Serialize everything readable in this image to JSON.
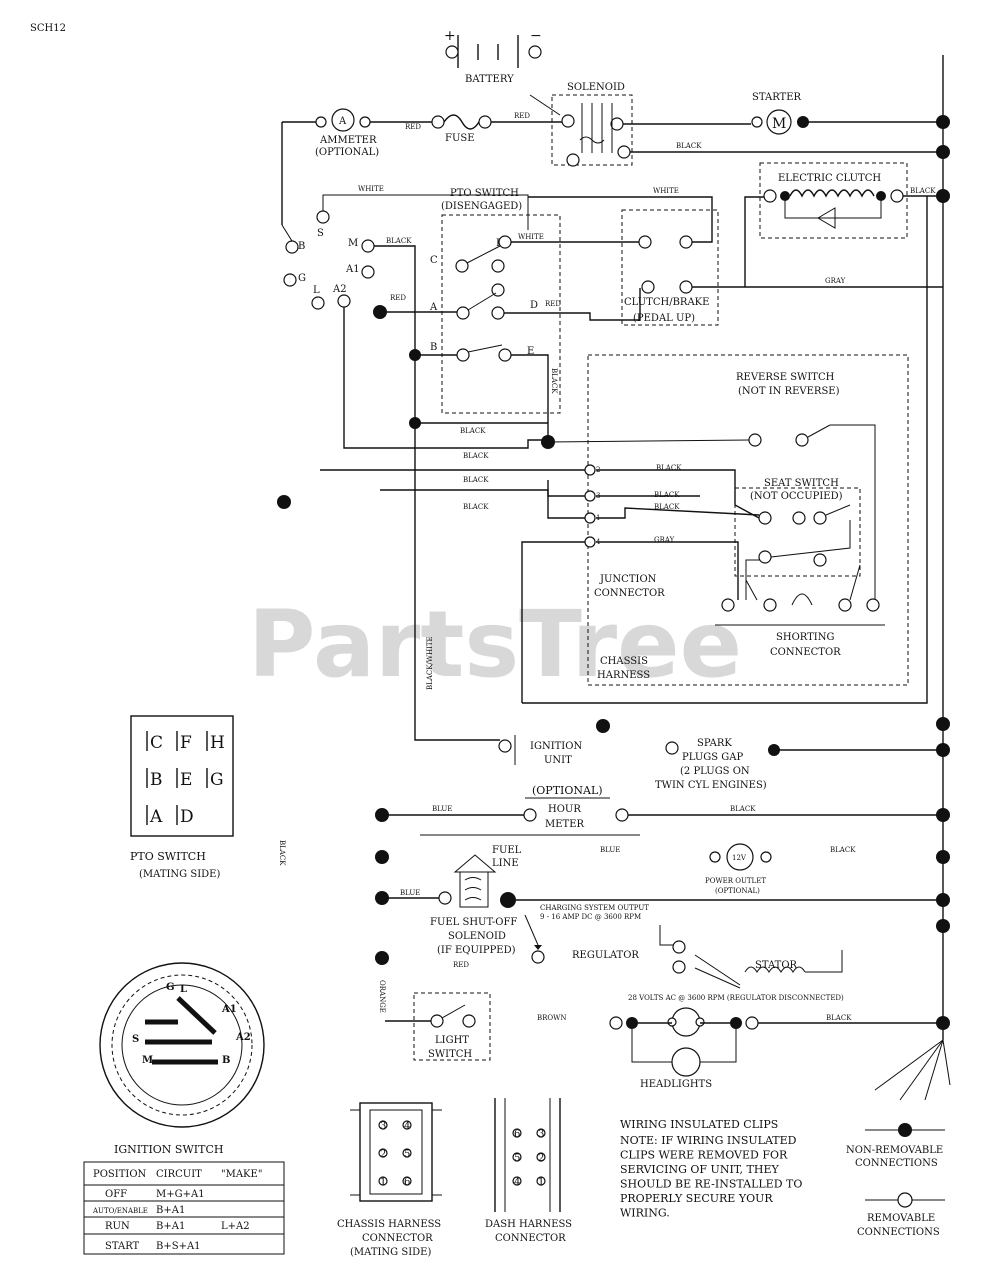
{
  "header": {
    "code": "SCH12"
  },
  "watermark": "PartsTree",
  "components": {
    "battery": "BATTERY",
    "battery_plus": "+",
    "battery_minus": "−",
    "solenoid": "SOLENOID",
    "starter": "STARTER",
    "starter_symbol": "M",
    "ammeter_l1": "AMMETER",
    "ammeter_l2": "(OPTIONAL)",
    "ammeter_symbol": "A",
    "fuse": "FUSE",
    "electric_clutch": "ELECTRIC CLUTCH",
    "pto_switch_l1": "PTO SWITCH",
    "pto_switch_l2": "(DISENGAGED)",
    "clutch_brake_l1": "CLUTCH/BRAKE",
    "clutch_brake_l2": "(PEDAL UP)",
    "reverse_switch_l1": "REVERSE SWITCH",
    "reverse_switch_l2": "(NOT IN REVERSE)",
    "seat_switch_l1": "SEAT SWITCH",
    "seat_switch_l2": "(NOT OCCUPIED)",
    "junction_l1": "JUNCTION",
    "junction_l2": "CONNECTOR",
    "shorting_l1": "SHORTING",
    "shorting_l2": "CONNECTOR",
    "chassis_l1": "CHASSIS",
    "chassis_l2": "HARNESS",
    "ignition_unit_l1": "IGNITION",
    "ignition_unit_l2": "UNIT",
    "spark_l1": "SPARK",
    "spark_l2": "PLUGS GAP",
    "spark_l3": "(2 PLUGS ON",
    "spark_l4": "TWIN CYL ENGINES)",
    "optional": "(OPTIONAL)",
    "hour_meter_l1": "HOUR",
    "hour_meter_l2": "METER",
    "fuel_line_l1": "FUEL",
    "fuel_line_l2": "LINE",
    "fuel_shutoff_l1": "FUEL SHUT-OFF",
    "fuel_shutoff_l2": "SOLENOID",
    "fuel_shutoff_l3": "(IF EQUIPPED)",
    "power_outlet_symbol": "12V",
    "power_outlet_l1": "POWER OUTLET",
    "power_outlet_l2": "(OPTIONAL)",
    "charging_l1": "CHARGING SYSTEM OUTPUT",
    "charging_l2": "9 - 16 AMP DC @ 3600 RPM",
    "regulator": "REGULATOR",
    "stator": "STATOR",
    "stator_note": "28 VOLTS AC @ 3600 RPM (REGULATOR DISCONNECTED)",
    "light_switch_l1": "LIGHT",
    "light_switch_l2": "SWITCH",
    "headlights": "HEADLIGHTS"
  },
  "wire_labels": {
    "red": "RED",
    "white": "WHITE",
    "black": "BLACK",
    "gray": "GRAY",
    "blue": "BLUE",
    "orange": "ORANGE",
    "brown": "BROWN",
    "black_white": "BLACK/WHITE"
  },
  "terminals": {
    "ign_b": "B",
    "ign_s": "S",
    "ign_m": "M",
    "ign_g": "G",
    "ign_l": "L",
    "ign_a1": "A1",
    "ign_a2": "A2",
    "pto_a": "A",
    "pto_b": "B",
    "pto_c": "C",
    "pto_d": "D",
    "pto_e": "E",
    "pto_f": "F",
    "pto_g": "G",
    "pto_h": "H",
    "jc_1": "1",
    "jc_2": "2",
    "jc_3": "3",
    "jc_4": "4"
  },
  "pto_mating": {
    "title": "PTO SWITCH",
    "subtitle": "(MATING SIDE)",
    "rows": [
      [
        "C",
        "F",
        "H"
      ],
      [
        "B",
        "E",
        "G"
      ],
      [
        "A",
        "D",
        ""
      ]
    ]
  },
  "ignition_switch": {
    "title": "IGNITION SWITCH",
    "face_labels": [
      "G",
      "L",
      "A1",
      "S",
      "A2",
      "M",
      "B"
    ],
    "headers": [
      "POSITION",
      "CIRCUIT",
      "\"MAKE\""
    ],
    "rows": [
      [
        "OFF",
        "M+G+A1",
        ""
      ],
      [
        "AUTO/ENABLE",
        "B+A1",
        ""
      ],
      [
        "RUN",
        "B+A1",
        "L+A2"
      ],
      [
        "START",
        "B+S+A1",
        ""
      ]
    ]
  },
  "connectors": {
    "chassis_l1": "CHASSIS HARNESS",
    "chassis_l2": "CONNECTOR",
    "chassis_l3": "(MATING SIDE)",
    "chassis_pins": [
      "3",
      "4",
      "2",
      "5",
      "1",
      "6"
    ],
    "dash_l1": "DASH HARNESS",
    "dash_l2": "CONNECTOR",
    "dash_pins": [
      "6",
      "3",
      "5",
      "2",
      "4",
      "1"
    ]
  },
  "notes": {
    "clips_title": "WIRING INSULATED CLIPS",
    "clips_lines": [
      "NOTE: IF WIRING INSULATED",
      "CLIPS WERE REMOVED FOR",
      "SERVICING OF UNIT, THEY",
      "SHOULD BE RE-INSTALLED TO",
      "PROPERLY SECURE YOUR",
      "WIRING."
    ]
  },
  "legend": {
    "non_removable_l1": "NON-REMOVABLE",
    "non_removable_l2": "CONNECTIONS",
    "removable_l1": "REMOVABLE",
    "removable_l2": "CONNECTIONS"
  }
}
